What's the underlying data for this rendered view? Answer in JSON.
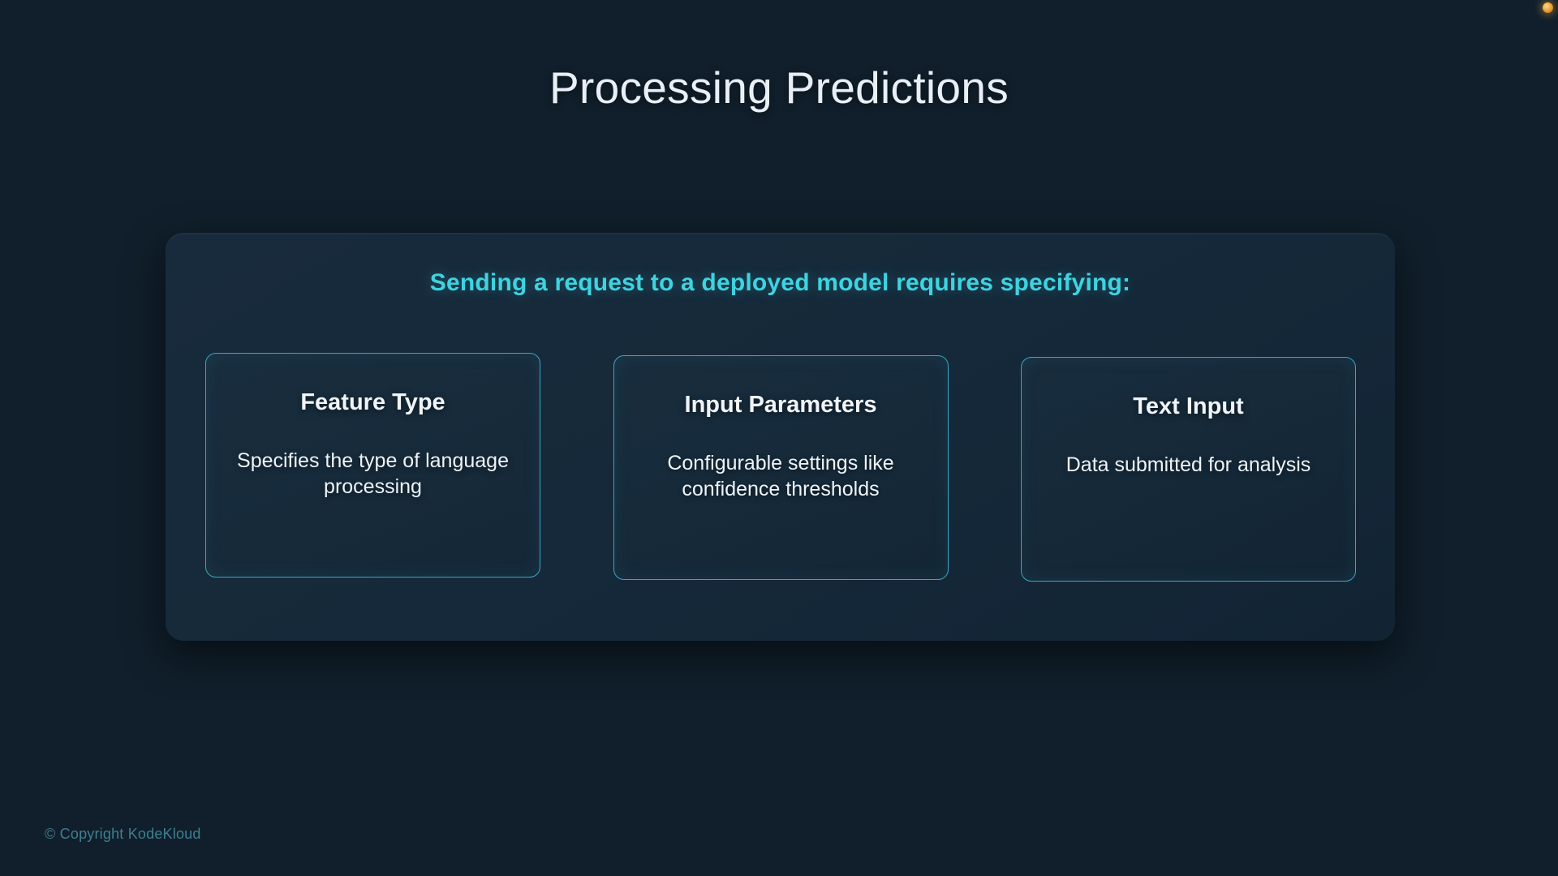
{
  "slide": {
    "title": "Processing Predictions",
    "background_color": "#101f2b",
    "accent_color": "#3fd3e0"
  },
  "accent_dot": {
    "name": "amber-indicator-dot",
    "color": "#f0a63a"
  },
  "panel": {
    "heading": "Sending a request to a deployed model requires specifying:",
    "heading_color": "#3fd3e0",
    "background_color": "#15293a",
    "cards": [
      {
        "title": "Feature Type",
        "description": "Specifies the type of language processing",
        "border_color": "#3aa6c2"
      },
      {
        "title": "Input Parameters",
        "description": "Configurable settings like confidence thresholds",
        "border_color": "#3aa6c2"
      },
      {
        "title": "Text Input",
        "description": "Data submitted for analysis",
        "border_color": "#3aa6c2"
      }
    ]
  },
  "footer": {
    "copyright": "© Copyright KodeKloud"
  }
}
